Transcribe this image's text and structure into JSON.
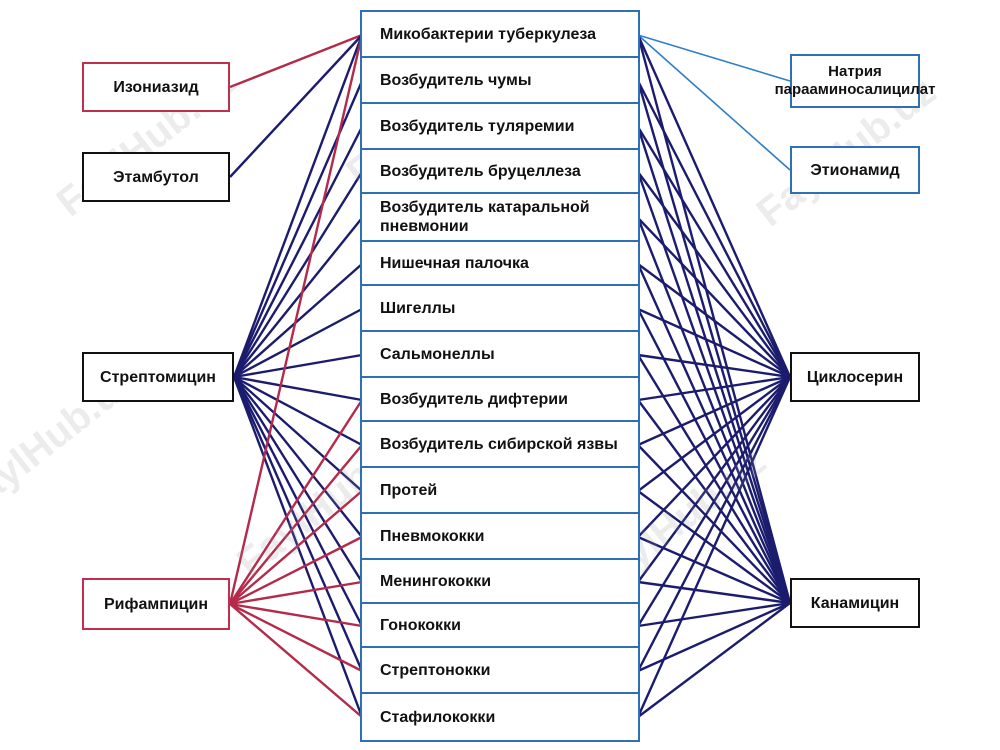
{
  "colors": {
    "box_border_blue": "#2f6fb3",
    "line_navy": "#1c1c6e",
    "line_red": "#b42a4a",
    "line_blue": "#2f7fc7",
    "box_red": "#c0304e",
    "box_black": "#111111"
  },
  "watermark": "FaylHub.uz",
  "organisms": [
    "Микобактерии туберкулеза",
    "Возбудитель чумы",
    "Возбудитель туляремии",
    "Возбудитель бруцеллеза",
    "Возбудитель катаральной пневмонии",
    "Нишечная палочка",
    "Шигеллы",
    "Сальмонеллы",
    "Возбудитель дифтерии",
    "Возбудитель сибирской язвы",
    "Протей",
    "Пневмококки",
    "Менингококки",
    "Гонококки",
    "Стрептонокки",
    "Стафилококки"
  ],
  "drugs": {
    "izoniazid": {
      "label": "Изониазид",
      "color": "red",
      "targets": [
        0
      ]
    },
    "etambutol": {
      "label": "Этамбутол",
      "color": "black",
      "targets": [
        0
      ]
    },
    "streptomycin": {
      "label": "Стрептомицин",
      "color": "black",
      "targets": [
        0,
        1,
        2,
        3,
        4,
        5,
        6,
        7,
        8,
        9,
        10,
        11,
        12,
        13,
        14,
        15
      ]
    },
    "rifampicin": {
      "label": "Рифампицин",
      "color": "red",
      "targets": [
        0,
        8,
        9,
        10,
        11,
        12,
        13,
        14,
        15
      ]
    },
    "pask": {
      "label": "Натрия парааминосалицилат",
      "color": "blue",
      "targets": [
        0
      ]
    },
    "etionamid": {
      "label": "Этионамид",
      "color": "blue",
      "targets": [
        0
      ]
    },
    "cycloserin": {
      "label": "Циклосерин",
      "color": "black",
      "targets": [
        0,
        1,
        2,
        3,
        4,
        5,
        6,
        7,
        8,
        9,
        10,
        11,
        12,
        13,
        14,
        15
      ]
    },
    "kanamycin": {
      "label": "Канамицин",
      "color": "black",
      "targets": [
        0,
        1,
        2,
        3,
        4,
        5,
        6,
        7,
        8,
        9,
        10,
        11,
        12,
        13,
        14,
        15
      ]
    }
  }
}
